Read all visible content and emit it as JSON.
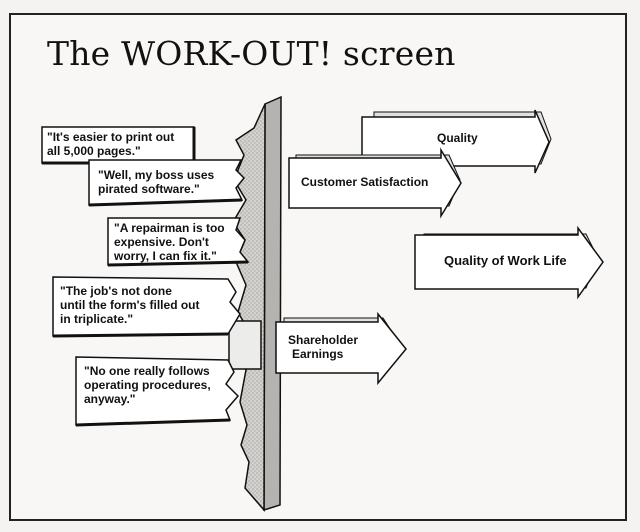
{
  "title": "The WORK-OUT! screen",
  "excuses": [
    "\"It's easier to print out all 5,000 pages.\"",
    "\"Well, my boss uses pirated software.\"",
    "\"A repairman is too expensive.  Don't worry, I can fix it.\"",
    "\"The job's not done until the form's filled out in triplicate.\"",
    "\"No one really follows operating procedures, anyway.\""
  ],
  "excuse_lines": [
    [
      "\"It's easier to print out",
      "all 5,000 pages.\""
    ],
    [
      "\"Well, my boss uses",
      "pirated software.\""
    ],
    [
      "\"A repairman is too",
      "expensive.  Don't",
      "worry, I can fix it.\""
    ],
    [
      "\"The job's not done",
      "until the form's filled out",
      "in triplicate.\""
    ],
    [
      "\"No one really follows",
      "operating procedures,",
      "anyway.\""
    ]
  ],
  "outcomes": {
    "quality": "Quality",
    "customer_satisfaction": "Customer Satisfaction",
    "quality_of_work_life": "Quality of Work Life",
    "shareholder_earnings_lines": [
      "Shareholder",
      "Earnings"
    ]
  }
}
